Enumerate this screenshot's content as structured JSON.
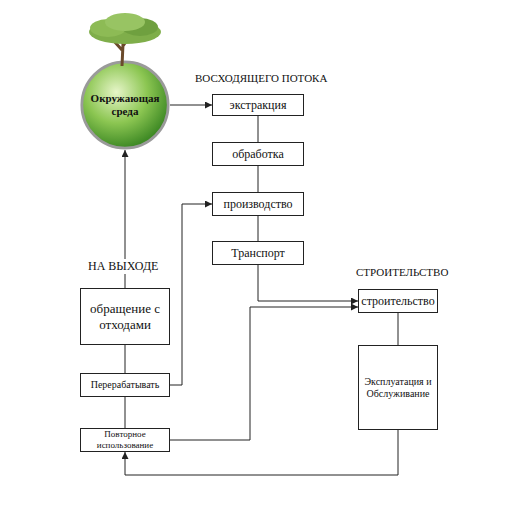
{
  "diagram": {
    "nodes": [
      {
        "text": [
          "Окружающая среда"
        ]
      },
      {
        "text": [
          "экстракция"
        ]
      },
      {
        "text": [
          "обработка"
        ]
      },
      {
        "text": [
          "производство"
        ]
      },
      {
        "text": [
          "Транспорт"
        ]
      },
      {
        "text": [
          "строительство"
        ]
      },
      {
        "text": [
          "Эксплуатация и Обслуживание"
        ]
      },
      {
        "text": [
          "обращение с отходами"
        ]
      },
      {
        "text": [
          "Перерабатывать"
        ]
      },
      {
        "text": [
          "Повторное использование"
        ]
      }
    ],
    "edges": [
      {
        "from": 0,
        "to": 1,
        "arrow": "to"
      },
      {
        "from": 1,
        "to": 2,
        "arrow": "none"
      },
      {
        "from": 2,
        "to": 3,
        "arrow": "none"
      },
      {
        "from": 3,
        "to": 4,
        "arrow": "none"
      },
      {
        "from": 4,
        "to": 5,
        "arrow": "to"
      },
      {
        "from": 5,
        "to": 6,
        "arrow": "none"
      },
      {
        "from": 6,
        "to": 9,
        "arrow": "to"
      },
      {
        "from": 9,
        "to": 8,
        "arrow": "none"
      },
      {
        "from": 8,
        "to": 7,
        "arrow": "none"
      },
      {
        "from": 7,
        "to": 0,
        "arrow": "to"
      },
      {
        "from": 8,
        "to": 3,
        "arrow": "to"
      },
      {
        "from": 9,
        "to": 5,
        "arrow": "to"
      }
    ],
    "labels": [
      "ВОСХОДЯЩЕГО ПОТОКА",
      "СТРОИТЕЛЬСТВО",
      "НА ВЫХОДЕ"
    ]
  }
}
